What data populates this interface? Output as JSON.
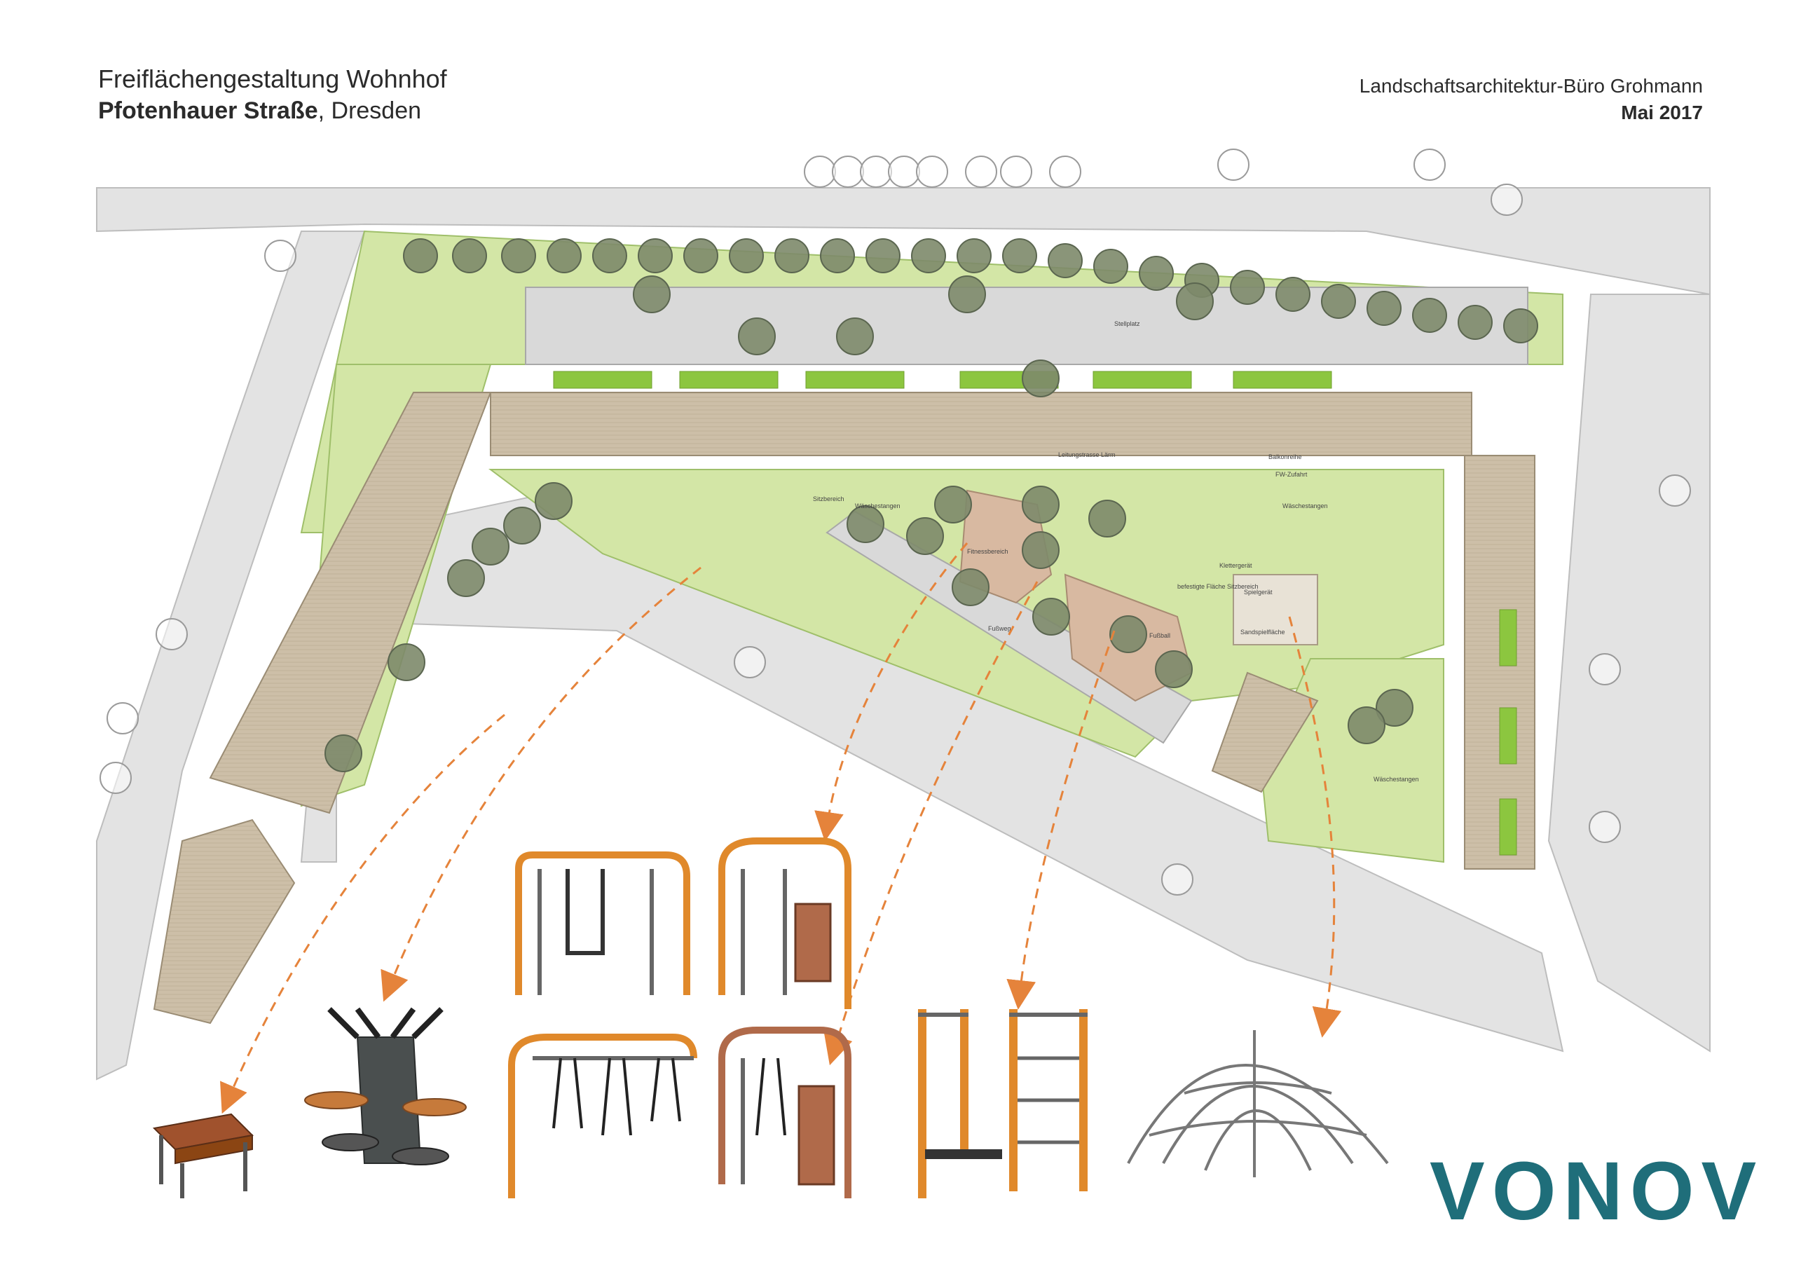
{
  "header": {
    "title_line1": "Freiflächengestaltung Wohnhof",
    "street": "Pfotenhauer Straße",
    "city_suffix": ", Dresden",
    "office": "Landschaftsarchitektur-Büro Grohmann",
    "date": "Mai 2017"
  },
  "logo": {
    "text": "VONOVIA",
    "color": "#1f6e7a"
  },
  "plan_labels": {
    "stellplatz": "Stellplatz",
    "waeschestangen": "Wäschestangen",
    "sitzbereich": "Sitzbereich",
    "fitnessbereich": "Fitnessbereich",
    "balkonreihe": "Balkonreihe",
    "fussweg": "Fußweg",
    "fw_zufahrt": "FW-Zufahrt",
    "leitungstrasse": "Leitungstrasse Lärm",
    "sandspielfl": "Sandspielfläche",
    "spielgeraet": "Spielgerät",
    "sitzbereich_spiel": "befestigte Fläche Sitzbereich",
    "fussball": "Fußball",
    "klettergeraet": "Klettergerät"
  },
  "colors": {
    "lawn": "#d3e6a6",
    "lawn_dark": "#bcd88a",
    "hedge": "#8cc63f",
    "roof": "#cdbfa8",
    "paving": "#d9d9d9",
    "road": "#e3e3e3",
    "tree_canopy": "#7d8a6a",
    "play_sand": "#d8b9a1",
    "arrow": "#e5833b",
    "equipment_orange": "#e0892b"
  },
  "icons": {
    "trees": "tree-icon",
    "bench": "bench-icon",
    "fitness": "fitness-station-icon",
    "climbing": "climbing-dome-icon",
    "arrow": "dashed-arrow-icon"
  }
}
